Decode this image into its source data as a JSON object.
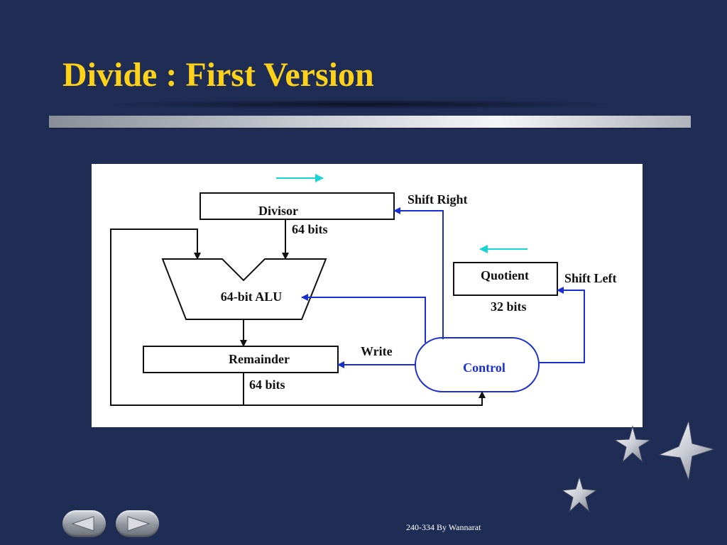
{
  "slide": {
    "title": "Divide : First Version",
    "footer": "240-334 By Wannarat"
  },
  "diagram": {
    "divisor": {
      "label": "Divisor",
      "width": "64 bits",
      "op": "Shift Right"
    },
    "alu": {
      "label": "64-bit ALU"
    },
    "remainder": {
      "label": "Remainder",
      "width": "64 bits",
      "op": "Write"
    },
    "quotient": {
      "label": "Quotient",
      "width": "32 bits",
      "op": "Shift Left"
    },
    "control": {
      "label": "Control"
    }
  },
  "colors": {
    "background": "#1f2d54",
    "title": "#ffd21a",
    "control_lines": "#1a2fd0",
    "direction_arrows": "#19d4d4"
  },
  "icons": {
    "prev": "previous-slide-icon",
    "next": "next-slide-icon",
    "decoration": "stars-decoration"
  }
}
